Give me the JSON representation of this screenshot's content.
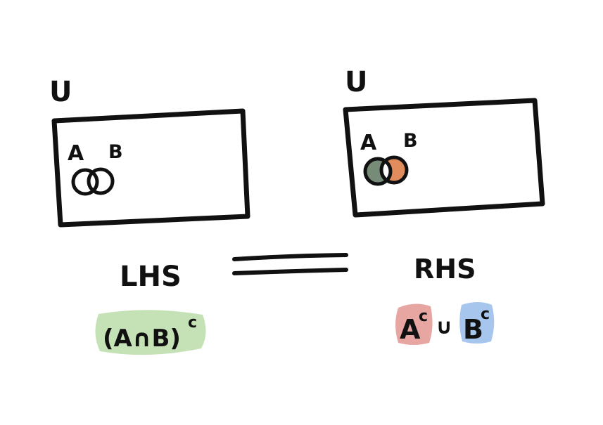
{
  "left": {
    "universe_label": "U",
    "set_a_label": "A",
    "set_b_label": "B",
    "caption": "LHS",
    "formula_base": "(A∩B)",
    "formula_sup": "c",
    "fill_color": "#c3dfb3",
    "badge_color": "#c5e2b6"
  },
  "right": {
    "universe_label": "U",
    "set_a_label": "A",
    "set_b_label": "B",
    "caption": "RHS",
    "term_a_base": "A",
    "term_a_sup": "c",
    "union_symbol": "∪",
    "term_b_base": "B",
    "term_b_sup": "c",
    "fill_color": "#85755e",
    "a_only_color": "#768b78",
    "b_only_color": "#e08c5c",
    "term_a_badge_color": "#e8a6a2",
    "term_b_badge_color": "#a6c6ee"
  },
  "equals_symbol": "="
}
